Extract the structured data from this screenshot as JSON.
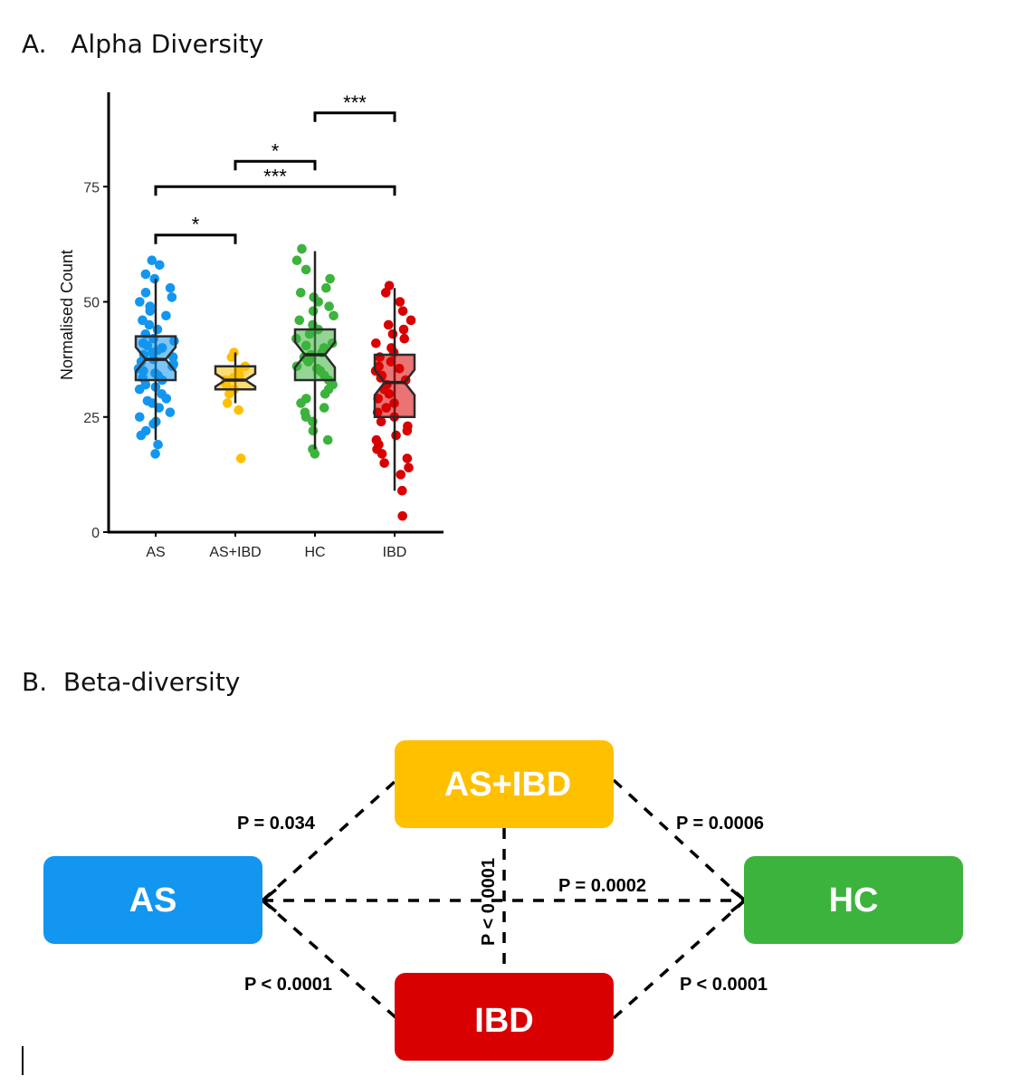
{
  "panel_a": {
    "heading": "A.   Alpha Diversity"
  },
  "panel_b": {
    "heading": "B.  Beta-diversity",
    "nodes": {
      "as": {
        "label": "AS",
        "color": "#1296F0"
      },
      "as_ibd": {
        "label": "AS+IBD",
        "color": "#FFC000"
      },
      "hc": {
        "label": "HC",
        "color": "#3CB33C"
      },
      "ibd": {
        "label": "IBD",
        "color": "#D80000"
      }
    },
    "edges": {
      "as_asibd": "P = 0.034",
      "asibd_hc": "P = 0.0006",
      "as_hc": "P = 0.0002",
      "asibd_ibd": "P < 0.0001",
      "as_ibd": "P < 0.0001",
      "ibd_hc": "P < 0.0001"
    }
  },
  "chart_data": {
    "type": "box",
    "title": "",
    "xlabel": "",
    "ylabel": "Normalised Count",
    "ylim": [
      0,
      95
    ],
    "yticks": [
      0,
      25,
      50,
      75
    ],
    "grid": false,
    "legend": "none",
    "categories": [
      "AS",
      "AS+IBD",
      "HC",
      "IBD"
    ],
    "colors": [
      "#1296F0",
      "#FFC000",
      "#3CB33C",
      "#D80000"
    ],
    "boxes": [
      {
        "name": "AS",
        "min": 20,
        "q1": 33,
        "median": 37.5,
        "q3": 42.5,
        "max": 55
      },
      {
        "name": "AS+IBD",
        "min": 28,
        "q1": 31,
        "median": 33,
        "q3": 36,
        "max": 39
      },
      {
        "name": "HC",
        "min": 18,
        "q1": 33,
        "median": 38.5,
        "q3": 44,
        "max": 61
      },
      {
        "name": "IBD",
        "min": 9,
        "q1": 25,
        "median": 32.5,
        "q3": 38.5,
        "max": 53
      }
    ],
    "points": {
      "AS": [
        17,
        19,
        21,
        22,
        23.5,
        24,
        25,
        26,
        27,
        28,
        28.5,
        29,
        30,
        31,
        31.5,
        32,
        33,
        33.5,
        34,
        34.5,
        35,
        35.5,
        36,
        36.5,
        37,
        37.5,
        38,
        38.5,
        39,
        39.5,
        40,
        40.5,
        41,
        41.5,
        42,
        43,
        44,
        45,
        46,
        47,
        48,
        49,
        50,
        51,
        52,
        53,
        55,
        56,
        58,
        59
      ],
      "AS+IBD": [
        16,
        26.5,
        28,
        30,
        31,
        32,
        33,
        33.5,
        34,
        35,
        36,
        38,
        39
      ],
      "HC": [
        17,
        18,
        20,
        22,
        24,
        25,
        26,
        27,
        28,
        29,
        30,
        31,
        32,
        32.5,
        33,
        34,
        35,
        35.5,
        36,
        37,
        37.5,
        38,
        38.5,
        39,
        40,
        40.5,
        41,
        42,
        43,
        44,
        45,
        46,
        47,
        48,
        49,
        50,
        51,
        52,
        53,
        55,
        57,
        59,
        61.5
      ],
      "IBD": [
        3.5,
        9,
        12.5,
        14,
        15,
        16,
        17,
        18,
        19,
        20,
        21,
        22,
        23,
        24,
        25,
        26,
        27,
        28,
        29,
        30,
        31,
        32,
        33,
        33.5,
        34,
        35,
        35.5,
        36,
        37,
        38,
        39,
        40,
        41,
        42,
        43,
        44,
        45,
        46,
        48,
        50,
        52,
        53.5
      ]
    },
    "significance": [
      {
        "from": "AS",
        "to": "AS+IBD",
        "label": "*",
        "y": 64.5
      },
      {
        "from": "AS",
        "to": "IBD",
        "label": "***",
        "y": 75
      },
      {
        "from": "AS+IBD",
        "to": "HC",
        "label": "*",
        "y": 80.5
      },
      {
        "from": "HC",
        "to": "IBD",
        "label": "***",
        "y": 91
      }
    ]
  }
}
